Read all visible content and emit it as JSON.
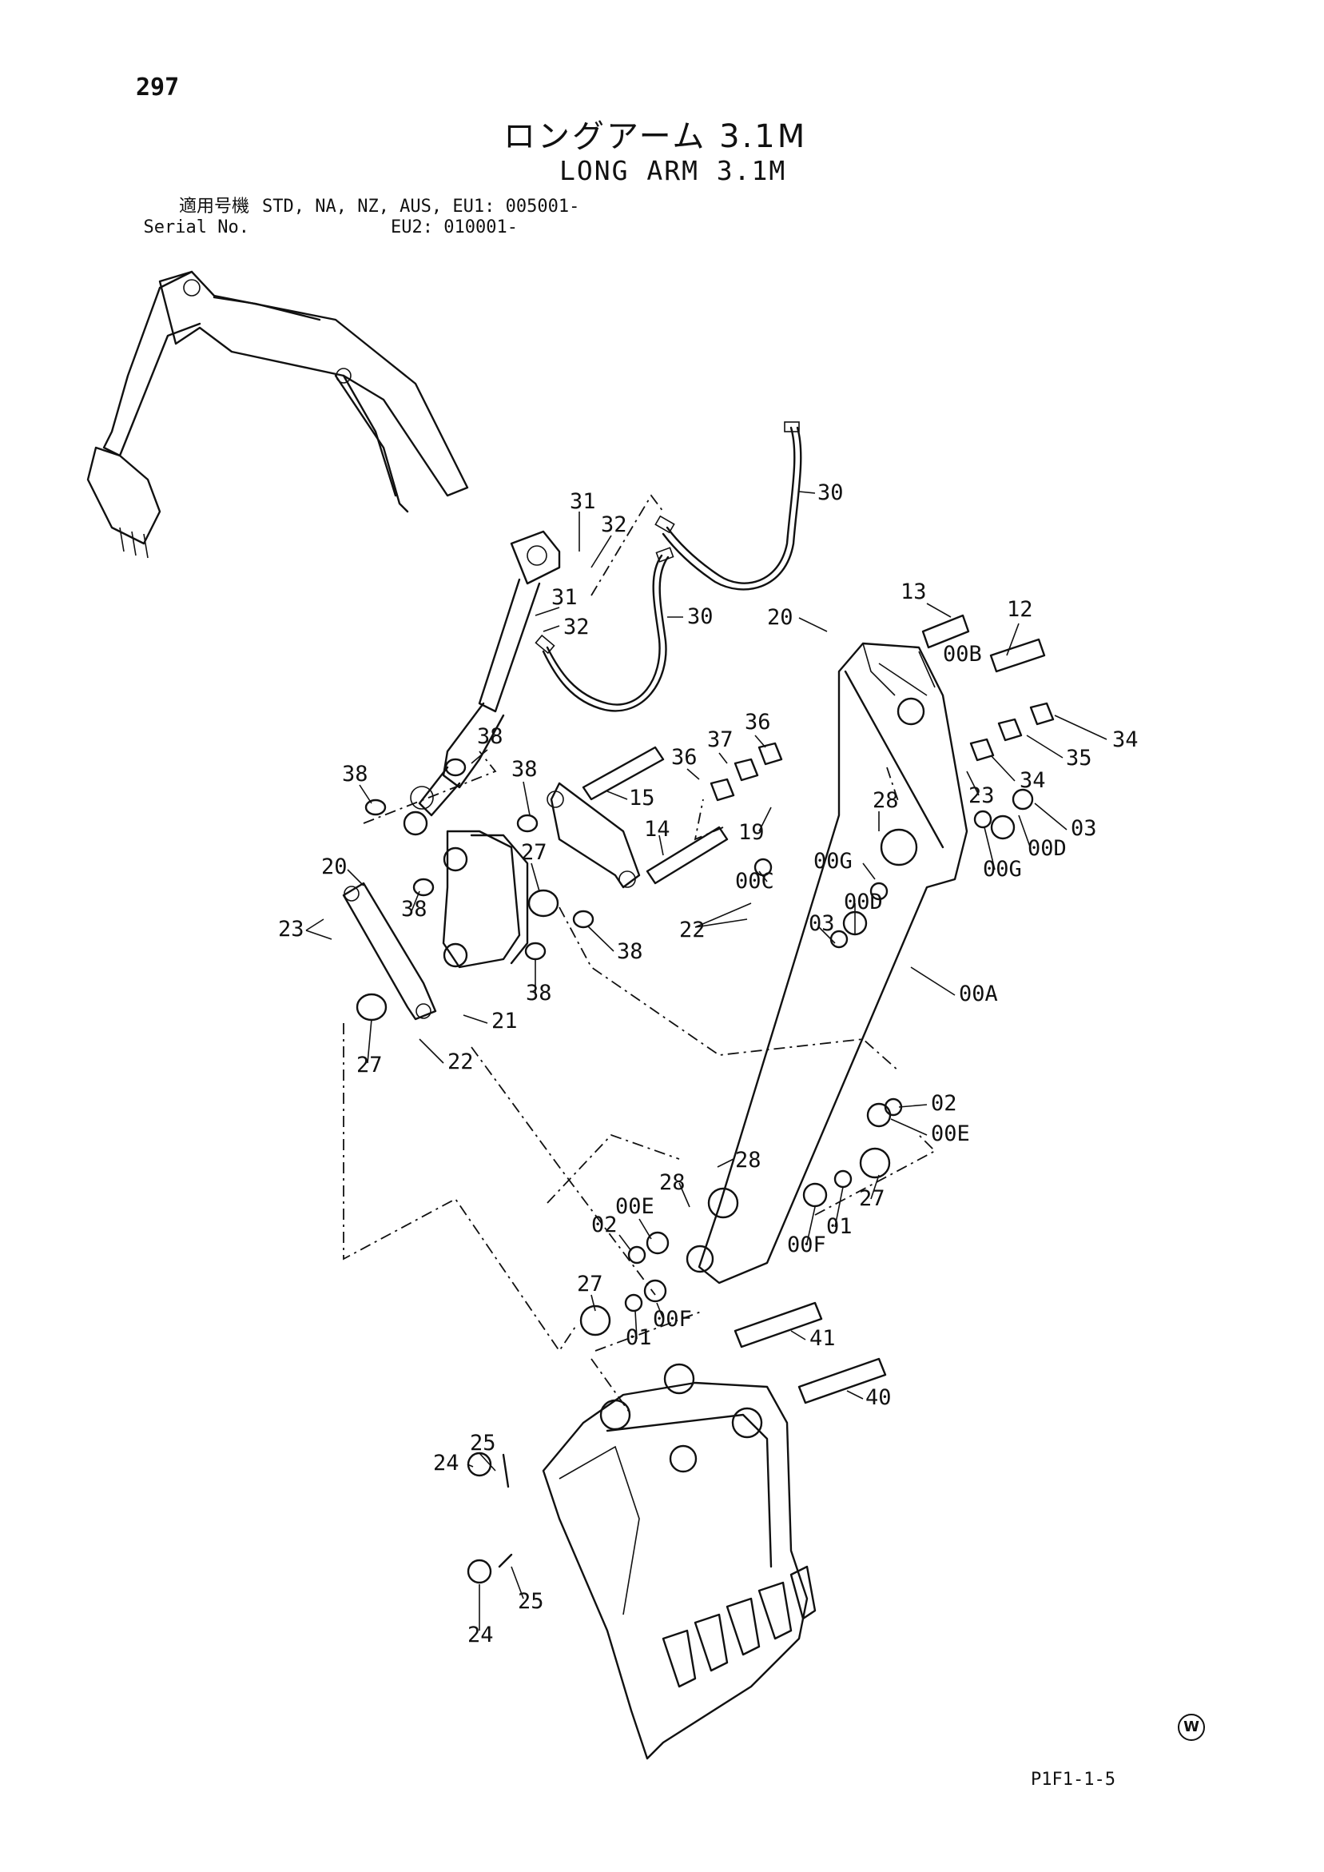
{
  "page": {
    "number": "297",
    "title_jp": "ロングアーム 3.1M",
    "title_en": "LONG ARM 3.1M",
    "drawing_code": "P1F1-1-5",
    "mark": "W"
  },
  "serial": {
    "label_jp": "適用号機",
    "label_en": "Serial No.",
    "row1": "STD, NA, NZ, AUS, EU1: 005001-",
    "row2": "EU2: 010001-"
  },
  "callouts": [
    "30",
    "31",
    "32",
    "30",
    "31",
    "32",
    "20",
    "13",
    "12",
    "00B",
    "34",
    "35",
    "34",
    "36",
    "37",
    "36",
    "38",
    "38",
    "38",
    "15",
    "19",
    "14",
    "28",
    "23",
    "03",
    "00D",
    "00G",
    "00G",
    "00C",
    "00D",
    "03",
    "27",
    "20",
    "23",
    "38",
    "38",
    "22",
    "00A",
    "38",
    "21",
    "27",
    "22",
    "02",
    "00E",
    "28",
    "28",
    "27",
    "00E",
    "02",
    "00F",
    "01",
    "27",
    "01",
    "00F",
    "41",
    "40",
    "25",
    "24",
    "25",
    "24"
  ],
  "icons": [
    "excavator-overview-icon",
    "arm-icon",
    "bucket-icon",
    "hose-icon",
    "link-icon",
    "pin-icon"
  ]
}
